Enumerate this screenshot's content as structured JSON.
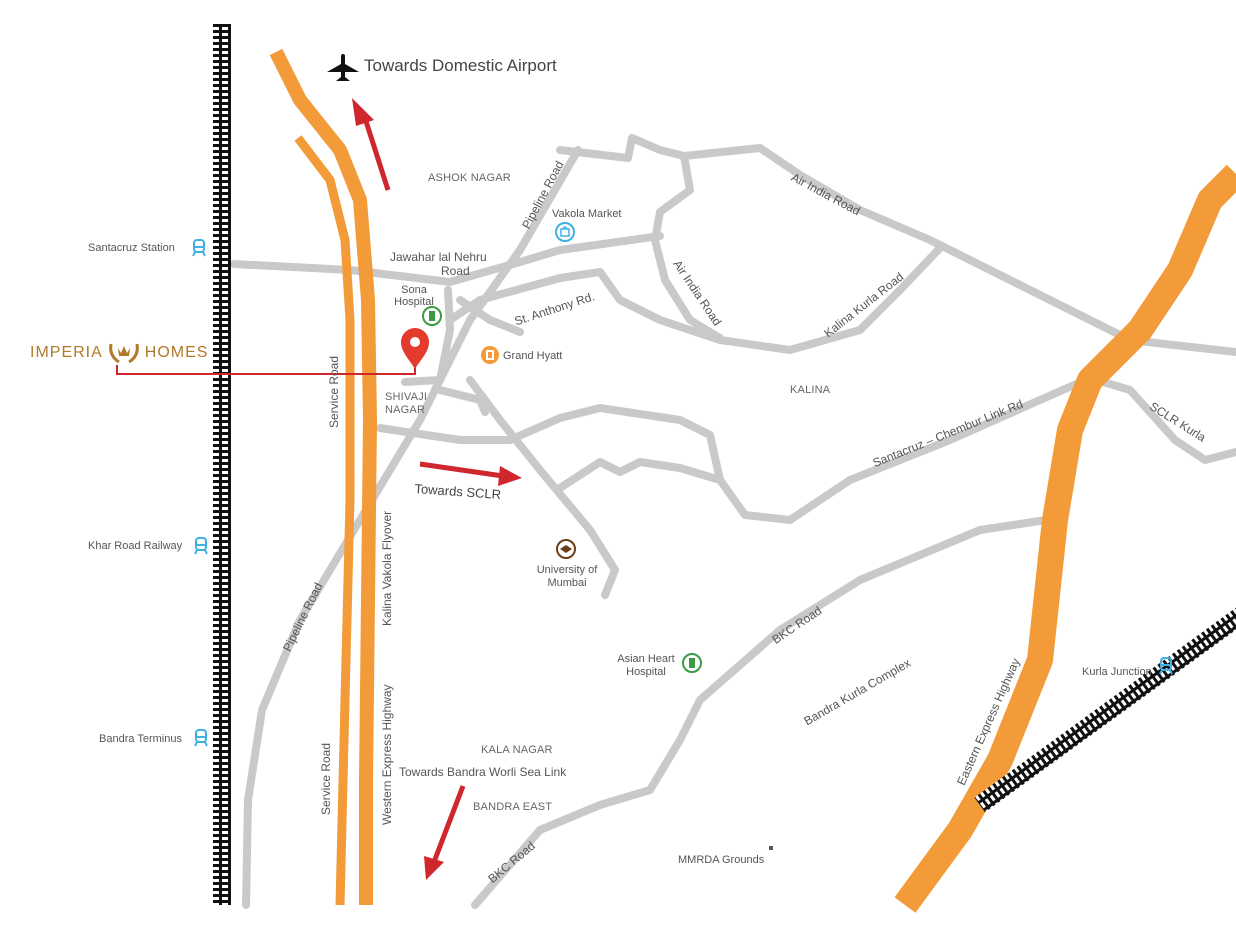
{
  "brand": {
    "left_word": "IMPERIA",
    "right_word": "HOMES"
  },
  "colors": {
    "highway": "#f29b38",
    "road": "#c9c9c9",
    "arrow": "#d0262d",
    "rail": "#111111",
    "station_icon": "#3fb1e3",
    "hospital_icon": "#3a9b45",
    "hotel_icon": "#f29b38",
    "university_icon": "#6b3e1a",
    "brand": "#b07a2a"
  },
  "directions": {
    "airport": "Towards Domestic Airport",
    "sclr": "Towards SCLR",
    "sealink": "Towards Bandra Worli Sea Link"
  },
  "stations": {
    "santacruz": "Santacruz Station",
    "khar": "Khar Road Railway",
    "bandra": "Bandra Terminus",
    "kurla": "Kurla Junction"
  },
  "areas": {
    "ashok_nagar": "ASHOK NAGAR",
    "shivaji_nagar_1": "SHIVAJI",
    "shivaji_nagar_2": "NAGAR",
    "kalina": "KALINA",
    "kala_nagar": "KALA NAGAR",
    "bandra_east": "BANDRA EAST"
  },
  "roads": {
    "pipeline_top": "Pipeline Road",
    "pipeline_left": "Pipeline Road",
    "jln_1": "Jawahar lal Nehru",
    "jln_2": "Road",
    "st_anthony": "St. Anthony Rd.",
    "air_india_1": "Air India Road",
    "air_india_2": "Air India Road",
    "kalina_kurla": "Kalina Kurla Road",
    "scl_rd": "Santacruz – Chembur Link Rd",
    "sclr_kurla": "SCLR Kurla",
    "service_road_top": "Service Road",
    "service_road_bottom": "Service Road",
    "kalina_vakola": "Kalina Vakola Flyover",
    "weh": "Western Express Highway",
    "eeh": "Eastern Express Highway",
    "bkc_road_mid": "BKC Road",
    "bkc_road_bottom": "BKC Road",
    "bkc_complex": "Bandra Kurla Complex"
  },
  "places": {
    "vakola_market": "Vakola Market",
    "sona_1": "Sona",
    "sona_2": "Hospital",
    "grand_hyatt": "Grand Hyatt",
    "university_1": "University of",
    "university_2": "Mumbai",
    "asian_heart_1": "Asian Heart",
    "asian_heart_2": "Hospital",
    "mmrda": "MMRDA Grounds"
  },
  "icons": [
    "airplane-icon",
    "train-icon",
    "shopping-bag-icon",
    "hospital-icon",
    "hotel-icon",
    "university-icon",
    "location-pin-icon",
    "brand-laurel-icon"
  ]
}
